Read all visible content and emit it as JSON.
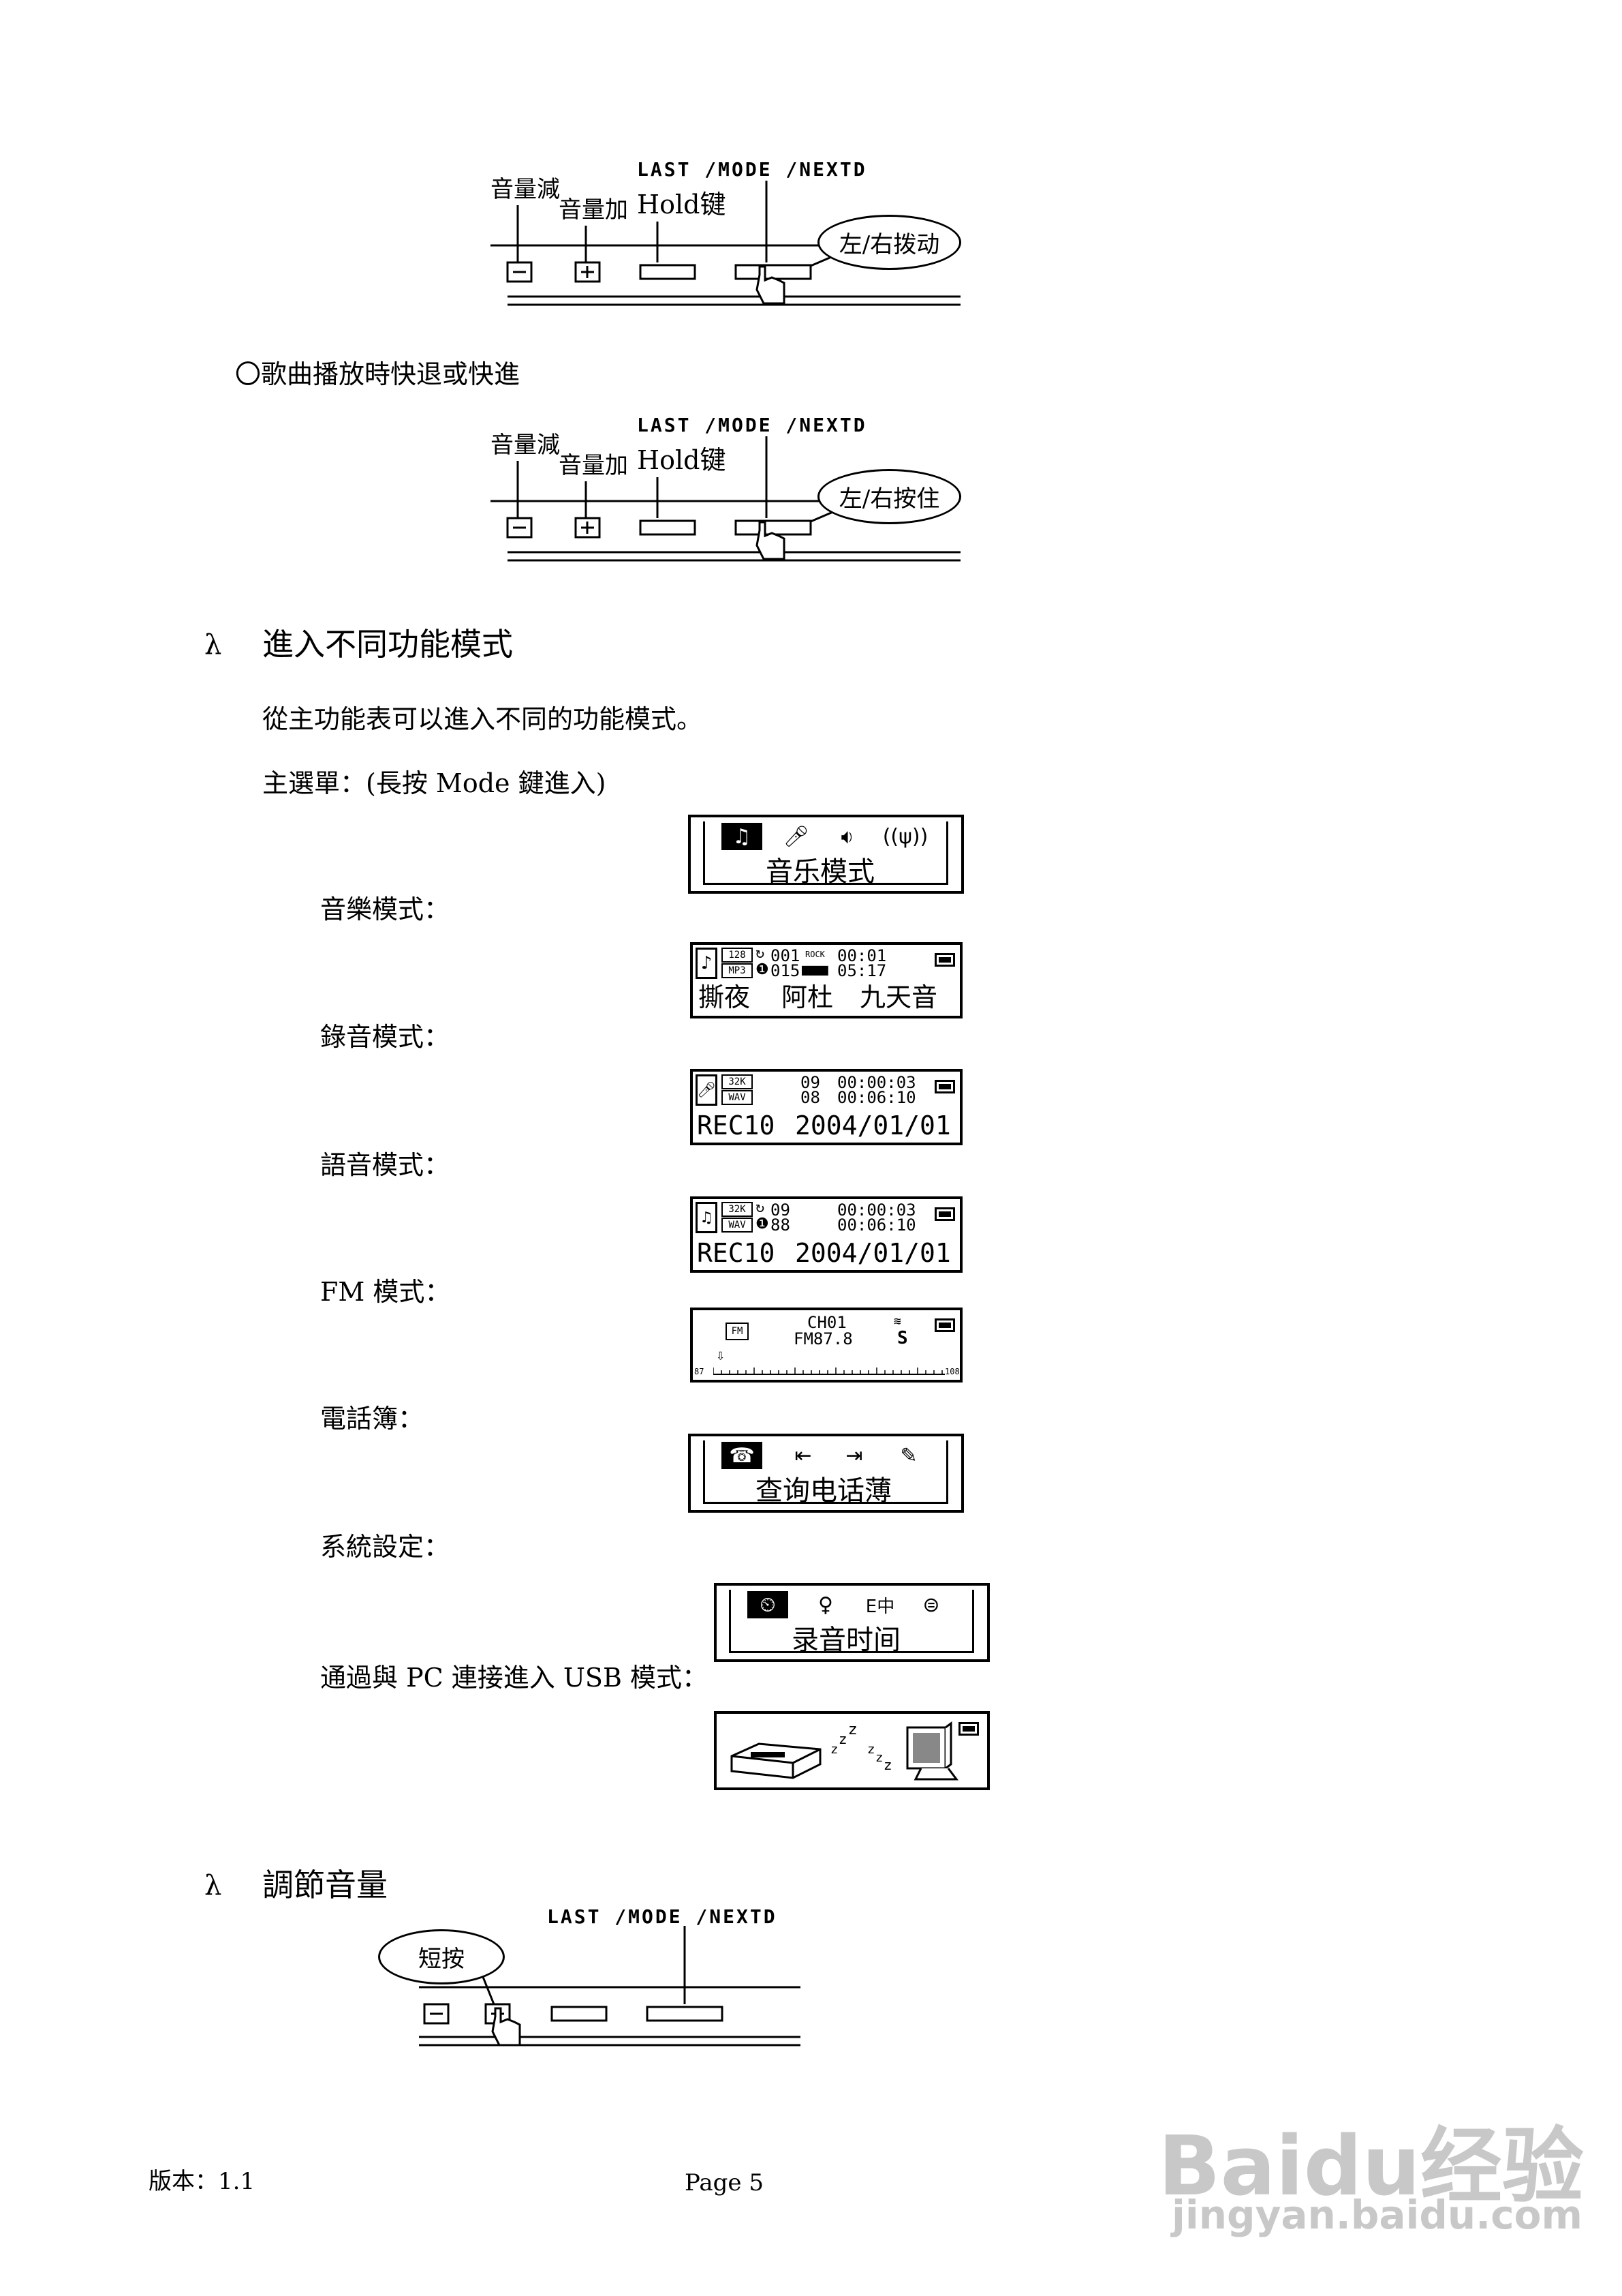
{
  "controls": {
    "top_label": "LAST /MODE /NEXTD",
    "vol_down": "音量減",
    "vol_up": "音量加",
    "hold": "Hold键",
    "bubble1": "左/右拨动",
    "bubble2": "左/右按住",
    "bubble3": "短按"
  },
  "section_text": {
    "ff_rew": "〇歌曲播放時快退或快進",
    "bullet": "λ",
    "heading_modes": "進入不同功能模式",
    "intro": "從主功能表可以進入不同的功能模式。",
    "main_menu": "主選單：(長按 Mode 鍵進入)",
    "music_mode": "音樂模式：",
    "record_mode": "錄音模式：",
    "voice_mode": "語音模式：",
    "fm_mode": "FM 模式：",
    "phonebook": "電話簿：",
    "settings": "系統設定：",
    "usb_mode": "通過與 PC 連接進入 USB 模式：",
    "heading_volume": "調節音量"
  },
  "screens": {
    "main_menu_title": "音乐模式",
    "music": {
      "bitrate": "128",
      "format": "MP3",
      "track": "001",
      "total": "015",
      "eq": "ROCK",
      "elapsed": "00:01",
      "length": "05:17",
      "song": "撕夜",
      "artist": "阿杜",
      "album": "九天音"
    },
    "record": {
      "rate": "32K",
      "format": "WAV",
      "line1_num": "09",
      "line1_time": "00:00:03",
      "line2_num": "08",
      "line2_time": "00:06:10",
      "file": "REC10",
      "date": "2004/01/01"
    },
    "voice": {
      "rate": "32K",
      "format": "WAV",
      "line1_num": "09",
      "line1_time": "00:00:03",
      "line2_num": "88",
      "line2_time": "00:06:10",
      "file": "REC10",
      "date": "2004/01/01"
    },
    "fm": {
      "badge": "FM",
      "channel": "CH01",
      "freq": "FM87.8",
      "stereo": "S",
      "scale_min": "87",
      "scale_max": "108"
    },
    "phonebook_title": "查询电话薄",
    "settings_title": "录音时间",
    "settings_icon_lang": "E中"
  },
  "footer": {
    "version": "版本：1.1",
    "page": "Page 5"
  },
  "watermark": {
    "brand": "Baidu经验",
    "url": "jingyan.baidu.com"
  }
}
